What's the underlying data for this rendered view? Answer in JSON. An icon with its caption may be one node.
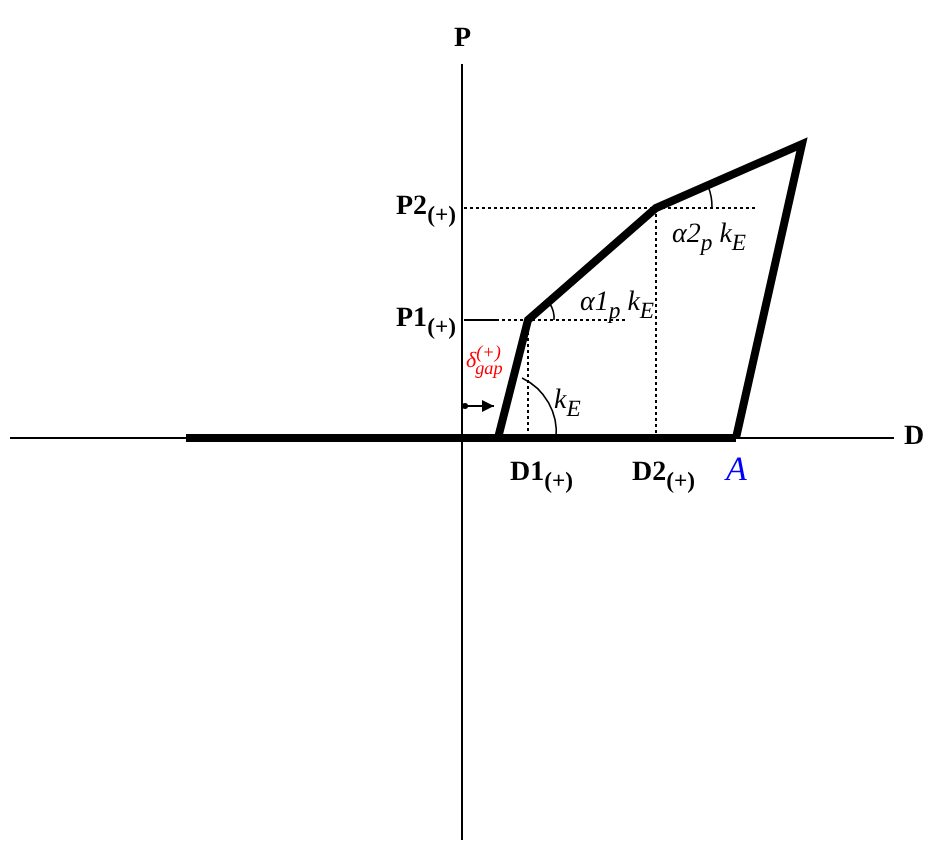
{
  "diagram": {
    "labels": [
      "P",
      "P2$_{(+)}$",
      "α2$_{p}$ k$_{E}$",
      "α1$_{p}$ k$_{E}$",
      "P1$_{(+)}$",
      "δ$^{(+)}$$_{gap}$",
      "k$_{E}$",
      "D",
      "D1$_{(+)}$",
      "D2$_{(+)}$",
      "A"
    ]
  }
}
